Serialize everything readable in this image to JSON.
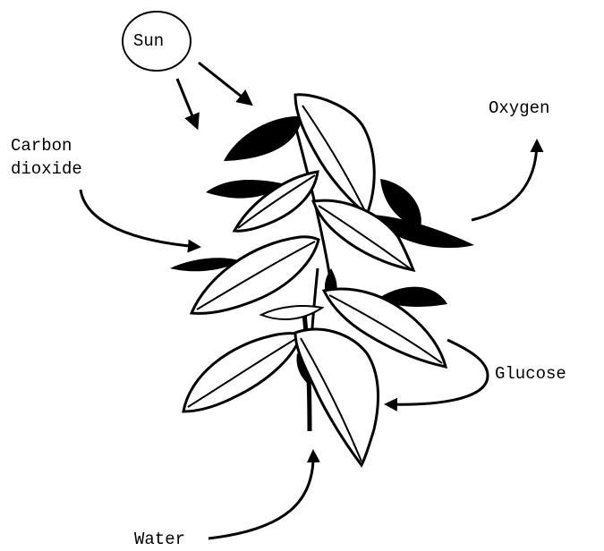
{
  "labels": {
    "sun": "Sun",
    "carbon_dioxide_line1": "Carbon",
    "carbon_dioxide_line2": "dioxide",
    "oxygen": "Oxygen",
    "glucose": "Glucose",
    "water": "Water"
  },
  "colors": {
    "ink": "#000000",
    "background": "#ffffff"
  },
  "icons": {
    "plant": "plant-icon",
    "arrow": "arrow-icon"
  }
}
